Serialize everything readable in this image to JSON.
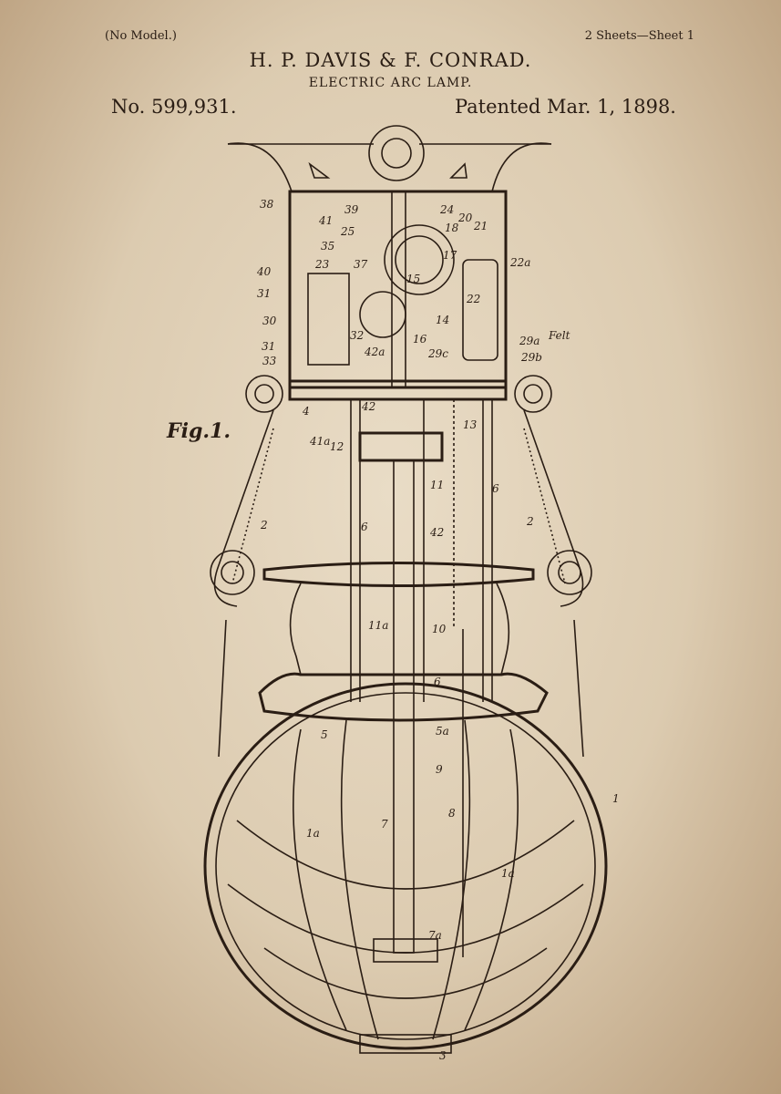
{
  "header": {
    "model_note": "(No Model.)",
    "sheets": "2 Sheets—Sheet 1",
    "inventors": "H. P. DAVIS & F. CONRAD.",
    "title": "ELECTRIC ARC LAMP.",
    "patent_number": "No. 599,931.",
    "patent_date": "Patented Mar. 1, 1898."
  },
  "figure": {
    "label": "Fig.1.",
    "refs": [
      "38",
      "39",
      "41",
      "25",
      "24",
      "20",
      "18",
      "21",
      "35",
      "23",
      "37",
      "17",
      "22a",
      "40",
      "31",
      "15",
      "22",
      "30",
      "32",
      "14",
      "16",
      "29a",
      "Felt",
      "29b",
      "33",
      "31",
      "42a",
      "29c",
      "4",
      "42",
      "41a",
      "12",
      "11",
      "13",
      "6",
      "2",
      "2",
      "6",
      "42",
      "11a",
      "10",
      "6",
      "5",
      "5a",
      "9",
      "1",
      "7",
      "8",
      "1a",
      "1a",
      "7a",
      "3"
    ]
  },
  "colors": {
    "paper": "#dccbb0",
    "ink": "#2a1d14"
  }
}
